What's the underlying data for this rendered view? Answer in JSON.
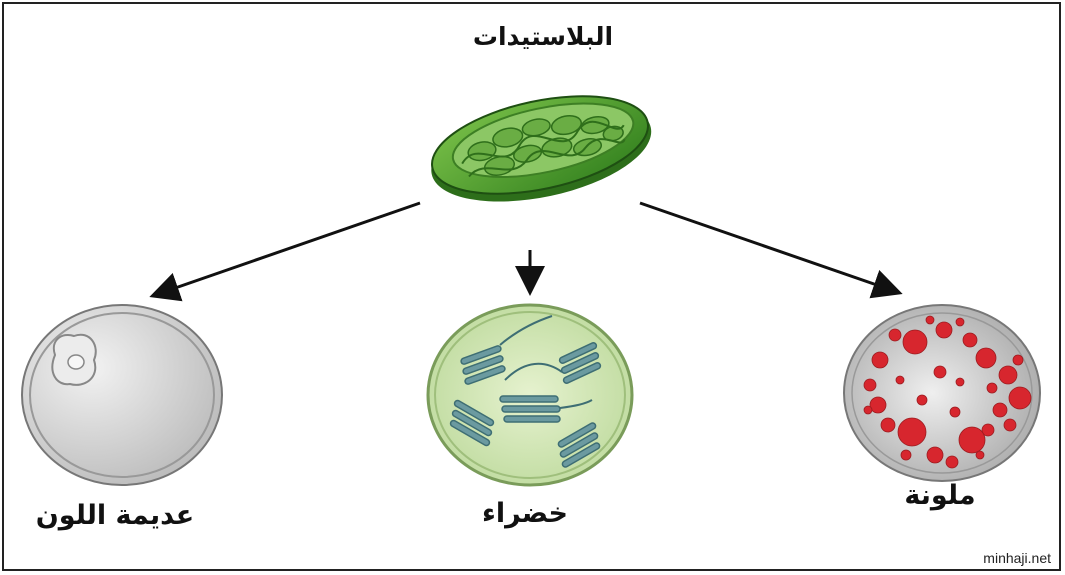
{
  "diagram": {
    "title": "البلاستيدات",
    "types": {
      "colorless": "عديمة اللون",
      "green": "خضراء",
      "colored": "ملونة"
    },
    "watermark": "minhaji.net"
  },
  "colors": {
    "chloroplast_green": "#4f9e2a",
    "leucoplast_gray": "#d9d9d9",
    "chromoplast_red": "#d7262e",
    "green_stroma": "#cfe7b0",
    "thylakoid_blue": "#5f8f95"
  }
}
